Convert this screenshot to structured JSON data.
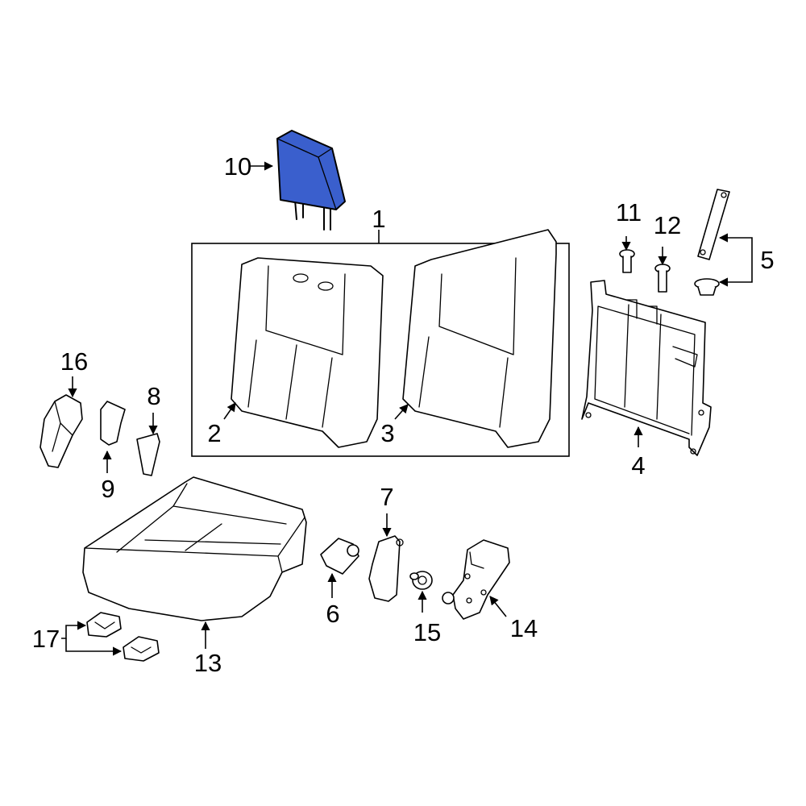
{
  "diagram": {
    "highlight_color": "#3a5fcd",
    "callouts": [
      "1",
      "2",
      "3",
      "4",
      "5",
      "6",
      "7",
      "8",
      "9",
      "10",
      "11",
      "12",
      "13",
      "14",
      "15",
      "16",
      "17"
    ]
  }
}
